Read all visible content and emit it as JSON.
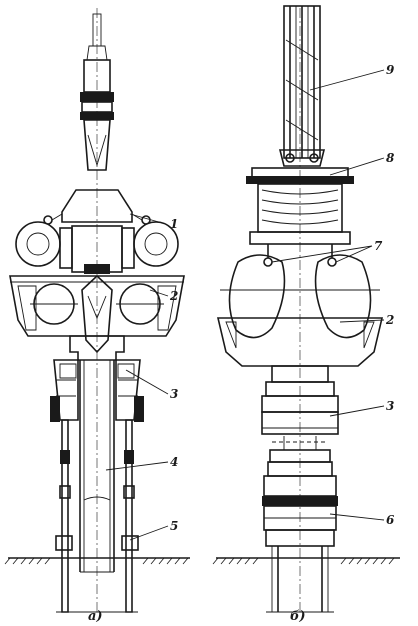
{
  "figure": {
    "panels": [
      {
        "id": "a",
        "caption": "а)",
        "callouts": [
          "1",
          "2",
          "3",
          "4",
          "5"
        ]
      },
      {
        "id": "b",
        "caption": "б)",
        "callouts": [
          "9",
          "8",
          "7",
          "2",
          "3",
          "6"
        ]
      }
    ]
  },
  "colors": {
    "ink": "#1a1a1a",
    "paper": "#ffffff"
  }
}
